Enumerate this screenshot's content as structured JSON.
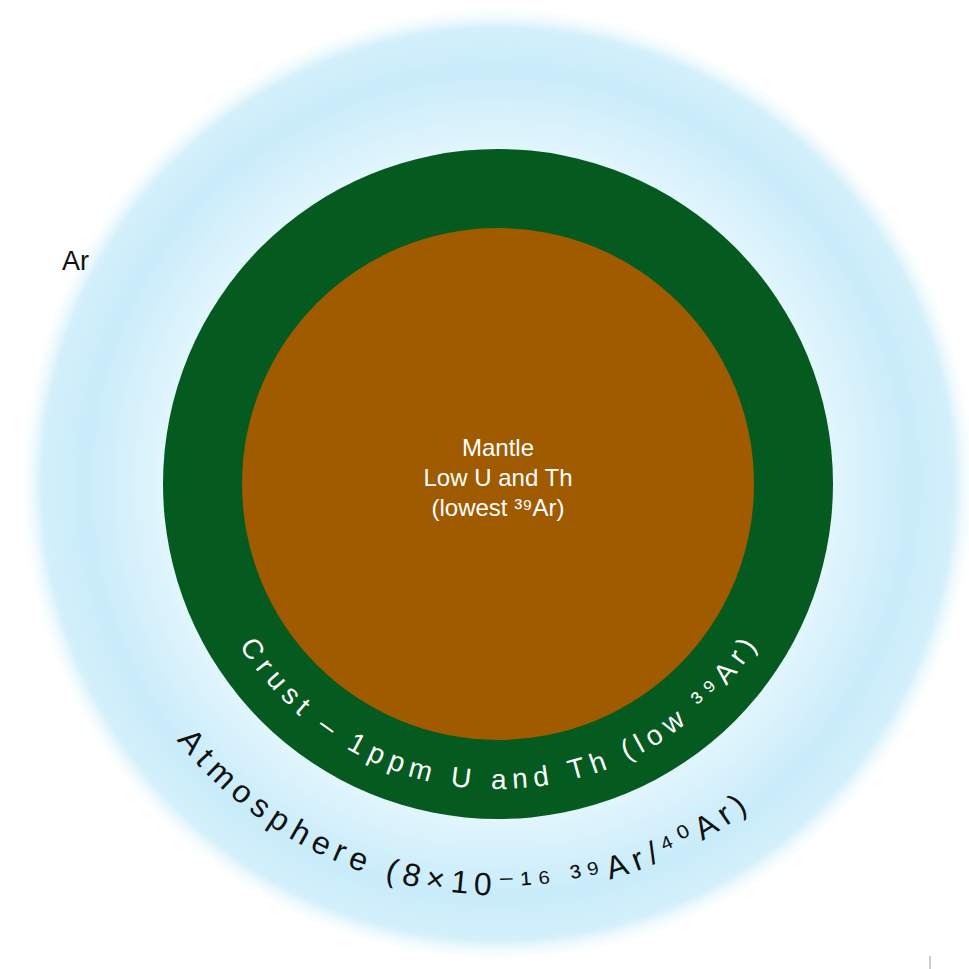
{
  "diagram": {
    "nodes": [
      {
        "text": [
          "Atmosphere (8×10⁻¹⁶ ³⁹Ar/⁴⁰Ar)"
        ]
      },
      {
        "text": [
          "Crust – 1ppm U and Th (low ³⁹Ar)"
        ],
        "in": 0
      },
      {
        "text": [
          "Mantle",
          "Low U and Th (lowest ³⁹Ar)"
        ],
        "in": 1
      }
    ],
    "labels": [
      "Ar"
    ]
  }
}
